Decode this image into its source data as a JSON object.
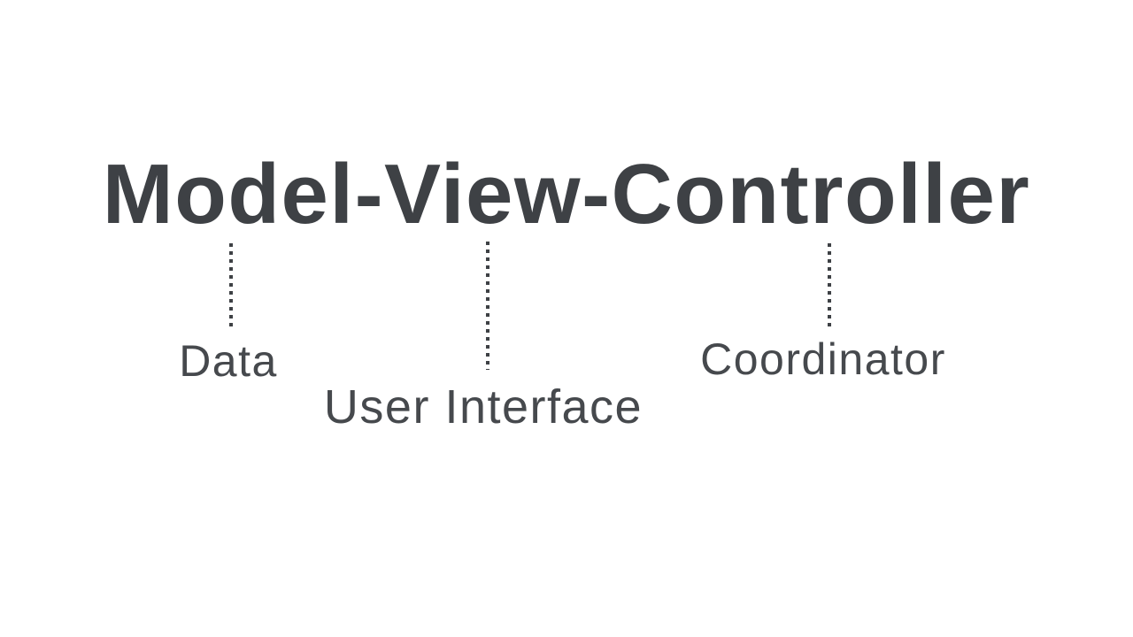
{
  "canvas": {
    "background_color": "#ffffff",
    "ink_color": "#3e4145",
    "label_color": "#46494d"
  },
  "diagram": {
    "title": "Model-View-Controller",
    "connector_style": "vertical dotted line",
    "parts": [
      {
        "component": "Model",
        "meaning": "Data"
      },
      {
        "component": "View",
        "meaning": "User Interface"
      },
      {
        "component": "Controller",
        "meaning": "Coordinator"
      }
    ]
  }
}
